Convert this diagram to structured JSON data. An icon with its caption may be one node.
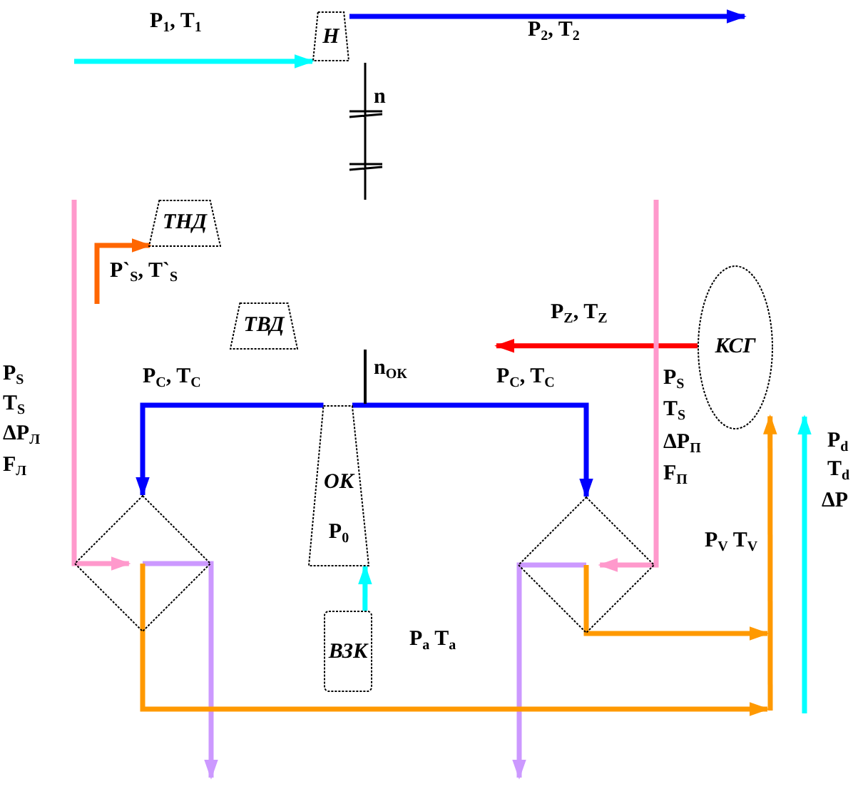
{
  "diagram": {
    "nodes": [
      {
        "text": [
          "Н"
        ]
      },
      {
        "text": [
          "ТНД"
        ]
      },
      {
        "text": [
          "ТВД"
        ]
      },
      {
        "text": [
          "ОК",
          "P$_{0}$"
        ]
      },
      {
        "text": [
          "ВЗК"
        ]
      },
      {
        "text": [
          "КСГ"
        ]
      },
      {
        "text": [],
        "shape": "diamond"
      },
      {
        "text": [],
        "shape": "diamond"
      }
    ],
    "edges": [
      {
        "from": null,
        "to": 0,
        "arrow": "to",
        "label": "P$_{1}$, T$_{1}$",
        "color": "#00ffff"
      },
      {
        "from": 0,
        "to": null,
        "arrow": "to",
        "label": "P$_{2}$, T$_{2}$",
        "color": "#0000ff"
      },
      {
        "from": null,
        "to": 1,
        "arrow": "to",
        "label": "P`$_{S}$, T`$_{S}$",
        "color": "#ff6600"
      },
      {
        "from": 5,
        "to": null,
        "arrow": "to",
        "label": "P$_{Z}$, T$_{Z}$",
        "color": "#ff0000"
      },
      {
        "from": 3,
        "to": 6,
        "arrow": "to",
        "label": "P$_{C}$, T$_{C}$",
        "color": "#0000ff"
      },
      {
        "from": 3,
        "to": 7,
        "arrow": "to",
        "label": "P$_{C}$, T$_{C}$",
        "color": "#0000ff"
      },
      {
        "from": 4,
        "to": 3,
        "arrow": "to",
        "color": "#00ffff"
      },
      {
        "from": null,
        "to": 6,
        "arrow": "to",
        "color": "#ff99cc"
      },
      {
        "from": null,
        "to": 7,
        "arrow": "to",
        "color": "#ff99cc"
      },
      {
        "from": 6,
        "to": null,
        "arrow": "to",
        "color": "#cc99ff"
      },
      {
        "from": 7,
        "to": null,
        "arrow": "to",
        "color": "#cc99ff"
      },
      {
        "from": 6,
        "to": null,
        "arrow": "to",
        "color": "#ff9900"
      },
      {
        "from": 7,
        "to": null,
        "arrow": "to",
        "color": "#ff9900"
      },
      {
        "from": null,
        "to": 5,
        "arrow": "to",
        "color": "#ff9900"
      }
    ],
    "labels": [
      "n",
      "n$_{ОК}$",
      "P$_{S}$",
      "T$_{S}$",
      "ΔP$_{Л}$",
      "F$_{Л}$",
      "P$_{S}$",
      "T$_{S}$",
      "ΔP$_{П}$",
      "F$_{П}$",
      "P$_{a}$ T$_{a}$",
      "P$_{V}$ T$_{V}$",
      "P$_{d}$",
      "T$_{d}$",
      "ΔP"
    ]
  }
}
